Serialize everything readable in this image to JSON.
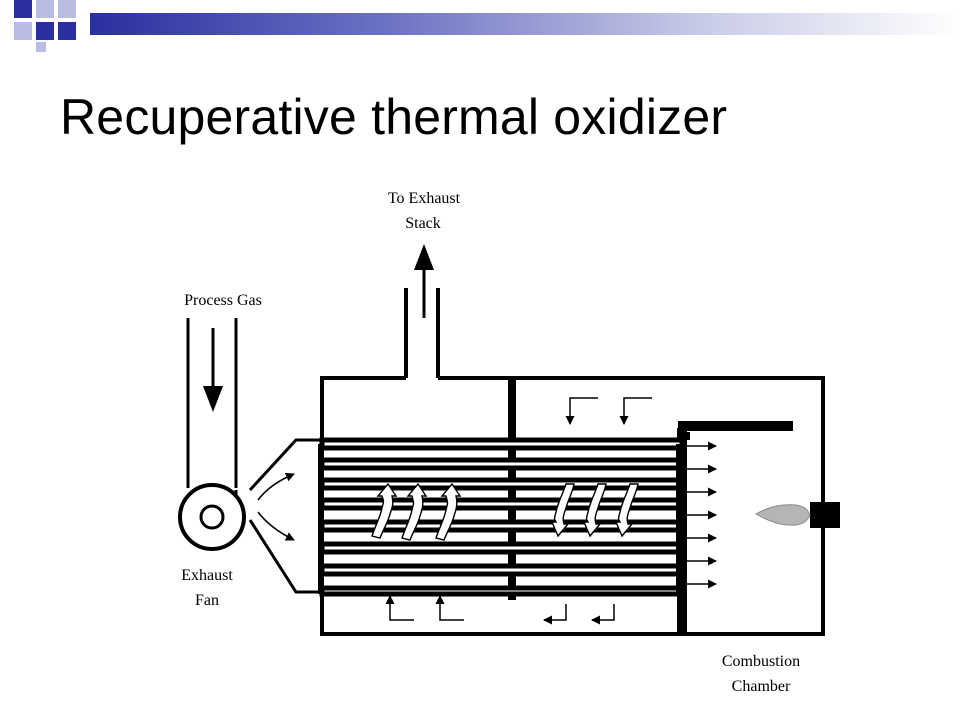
{
  "slide": {
    "title": "Recuperative thermal oxidizer"
  },
  "decor": {
    "accent_dark": "#2a2ea0",
    "accent_light": "#b9bde3"
  },
  "diagram": {
    "labels": {
      "exhaust_stack_line1": "To Exhaust",
      "exhaust_stack_line2": "Stack",
      "process_gas": "Process Gas",
      "exhaust_fan_line1": "Exhaust",
      "exhaust_fan_line2": "Fan",
      "combustion_line1": "Combustion",
      "combustion_line2": "Chamber"
    }
  }
}
